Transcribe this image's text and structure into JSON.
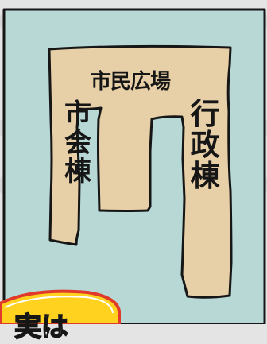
{
  "diagram": {
    "labels": {
      "plaza": "市民広場",
      "city_assembly": "市\n会\n棟",
      "admin": "行\n政\n棟",
      "bubble": "実は"
    },
    "colors": {
      "outside": "#b7d8d4",
      "building": "#e7cfa7",
      "ink": "#161616",
      "bubble_fill": "#ffd21f",
      "bubble_ring": "#e03b2a"
    }
  }
}
